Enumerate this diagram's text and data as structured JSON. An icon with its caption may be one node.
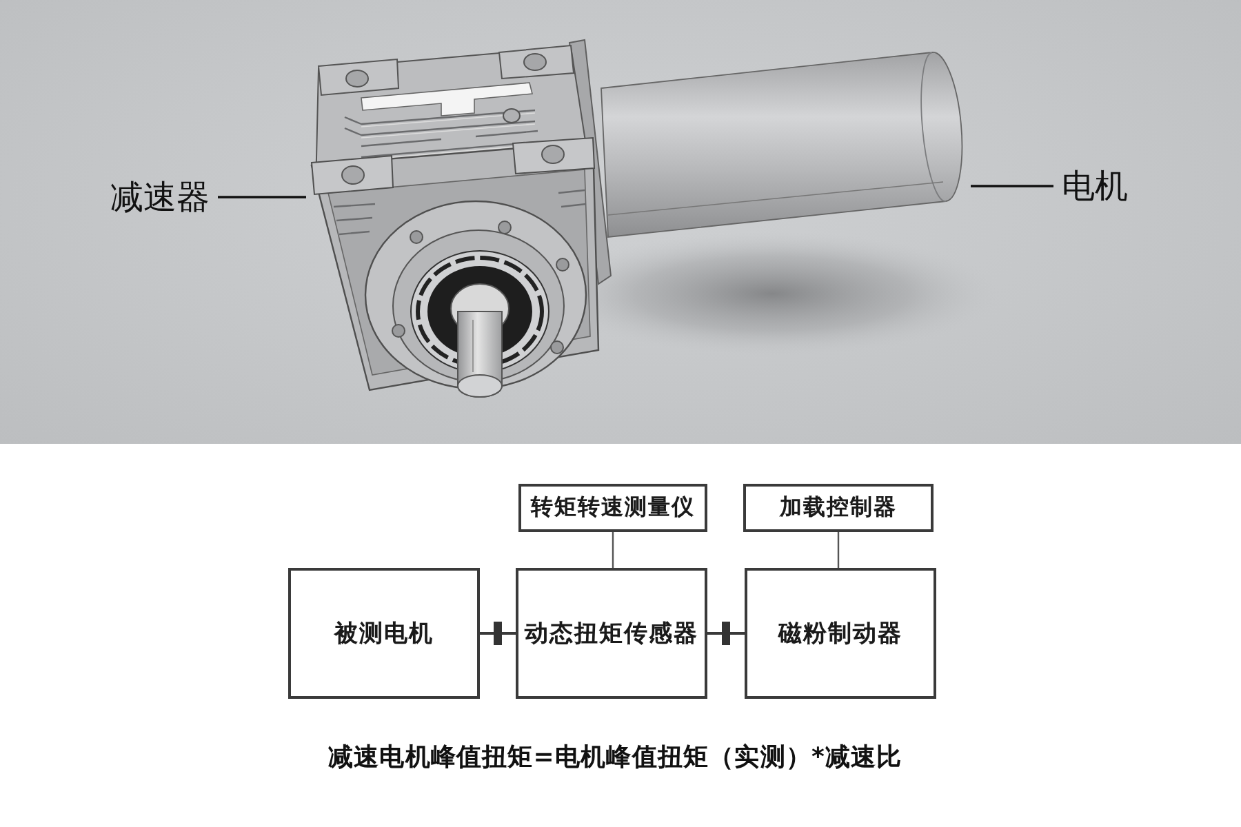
{
  "diagram": {
    "caption": "减速电机峰值扭矩=电机峰值扭矩（实测）*减速比",
    "nodes": [
      {
        "text": [
          "减速器"
        ]
      },
      {
        "text": [],
        "shape": "picture"
      },
      {
        "text": [
          "电机"
        ]
      },
      {
        "text": [],
        "shape": "picture"
      },
      {
        "text": [
          "转矩转速测量仪"
        ]
      },
      {
        "text": [
          "加载控制器"
        ]
      },
      {
        "text": [
          "被测电机"
        ]
      },
      {
        "text": [
          "动态扭矩传感器"
        ]
      },
      {
        "text": [
          "磁粉制动器"
        ]
      }
    ],
    "edges": [
      {
        "from": 0,
        "to": 1,
        "arrow": "none"
      },
      {
        "from": 2,
        "to": 3,
        "arrow": "none"
      },
      {
        "from": 4,
        "to": 7,
        "arrow": "none"
      },
      {
        "from": 5,
        "to": 8,
        "arrow": "none"
      },
      {
        "from": 6,
        "to": 7,
        "arrow": "none"
      },
      {
        "from": 7,
        "to": 8,
        "arrow": "none"
      }
    ]
  }
}
